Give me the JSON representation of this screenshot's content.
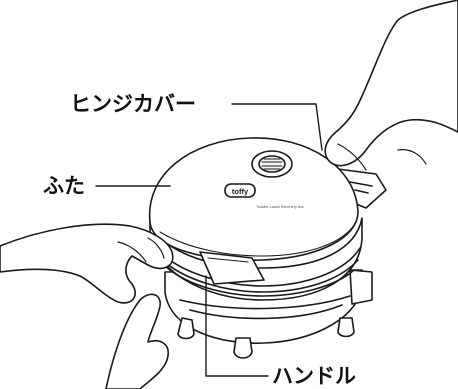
{
  "callouts": {
    "hinge_cover": "ヒンジカバー",
    "lid": "ふた",
    "handle": "ハンドル"
  },
  "device": {
    "badge_text": "toffy",
    "engraving_text": "Toaster Ladoll Ranchery Bar"
  },
  "colors": {
    "line": "#1a1a1a",
    "fill": "#ffffff",
    "shadow": "#ececec"
  }
}
